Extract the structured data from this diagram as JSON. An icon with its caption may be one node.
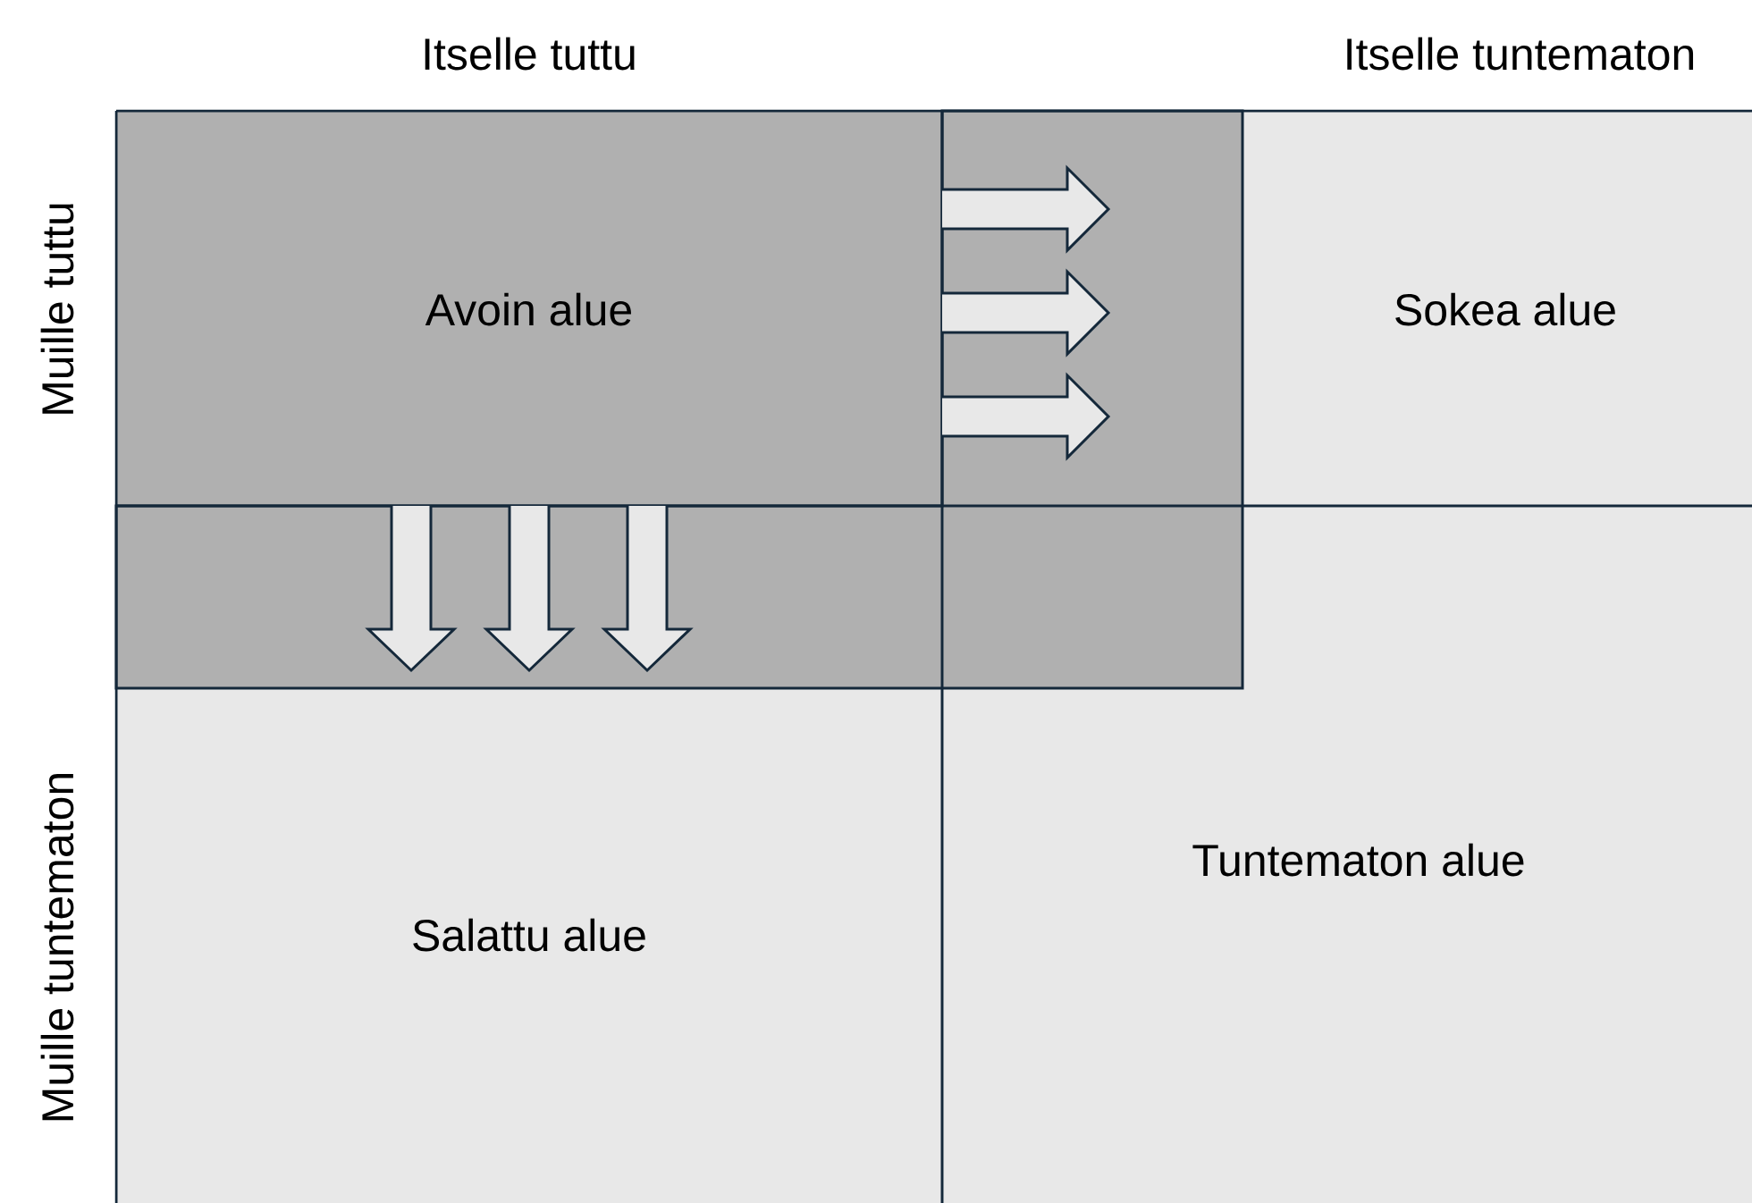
{
  "diagram": {
    "nodes": [
      {
        "text": [
          "Avoin alue"
        ]
      },
      {
        "text": [
          "Sokea alue"
        ]
      },
      {
        "text": [
          "Salattu alue"
        ]
      },
      {
        "text": [
          "Tuntematon alue"
        ]
      }
    ],
    "labels": [
      "Itselle tuttu",
      "Itselle tuntematon",
      "Muille tuttu",
      "Muille tuntematon"
    ]
  }
}
